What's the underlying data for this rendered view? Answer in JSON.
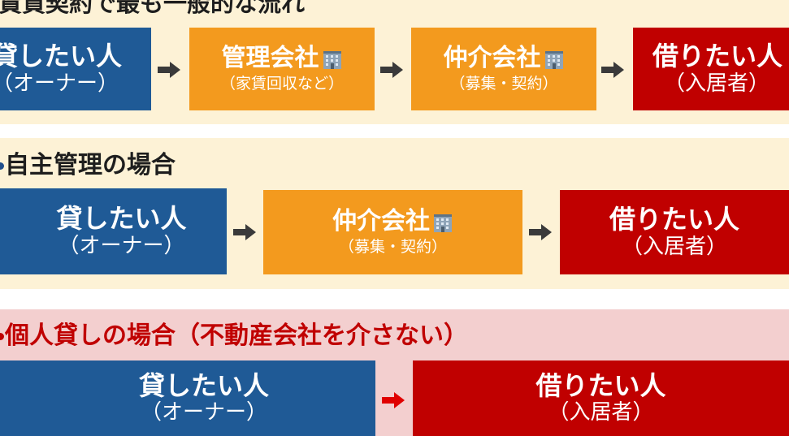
{
  "section1": {
    "heading": "賃貸契約で最も一般的な流れ",
    "owner": {
      "name": "貸したい人",
      "sub": "（オーナー）"
    },
    "management": {
      "name": "管理会社",
      "sub": "（家賃回収など）"
    },
    "agency": {
      "name": "仲介会社",
      "sub": "（募集・契約）"
    },
    "tenant": {
      "name": "借りたい人",
      "sub": "（入居者）"
    }
  },
  "section2": {
    "heading": "自主管理の場合",
    "owner": {
      "name": "貸したい人",
      "sub": "（オーナー）"
    },
    "agency": {
      "name": "仲介会社",
      "sub": "（募集・契約）"
    },
    "tenant": {
      "name": "借りたい人",
      "sub": "（入居者）"
    }
  },
  "section3": {
    "heading": "個人貸しの場合（不動産会社を介さない）",
    "owner": {
      "name": "貸したい人",
      "sub": "（オーナー）"
    },
    "tenant": {
      "name": "借りたい人",
      "sub": "（入居者）"
    }
  },
  "icons": {
    "building": "office-building-icon",
    "arrow": "right-arrow-icon"
  },
  "colors": {
    "owner_blue": "#1f5a96",
    "company_orange": "#f39a1e",
    "tenant_red": "#c00000",
    "band_cream": "#fdf2d6",
    "band_pink": "#f3cfcf",
    "arrow_dark": "#3a3a3a",
    "arrow_red": "#e00000"
  }
}
